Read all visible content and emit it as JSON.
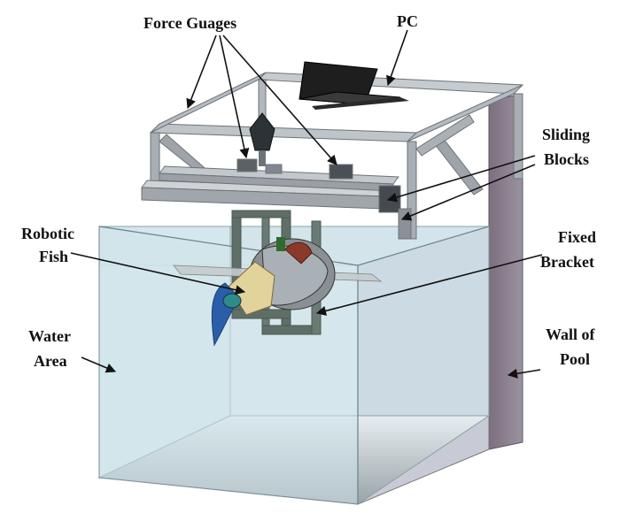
{
  "labels": {
    "force_guages": "Force Guages",
    "pc": "PC",
    "sliding_1": "Sliding",
    "sliding_2": "Blocks",
    "robotic_1": "Robotic",
    "robotic_2": "Fish",
    "fixed_1": "Fixed",
    "fixed_2": "Bracket",
    "water_1": "Water",
    "water_2": "Area",
    "wall_1": "Wall of",
    "wall_2": "Pool"
  },
  "colors": {
    "water": "#d6e9ee",
    "wall": "#8a7f8c",
    "frame": "#b9bec2",
    "laptop": "#1e1e1e",
    "fish_body": "#e2d39a",
    "tail": "#2a5ea8"
  }
}
